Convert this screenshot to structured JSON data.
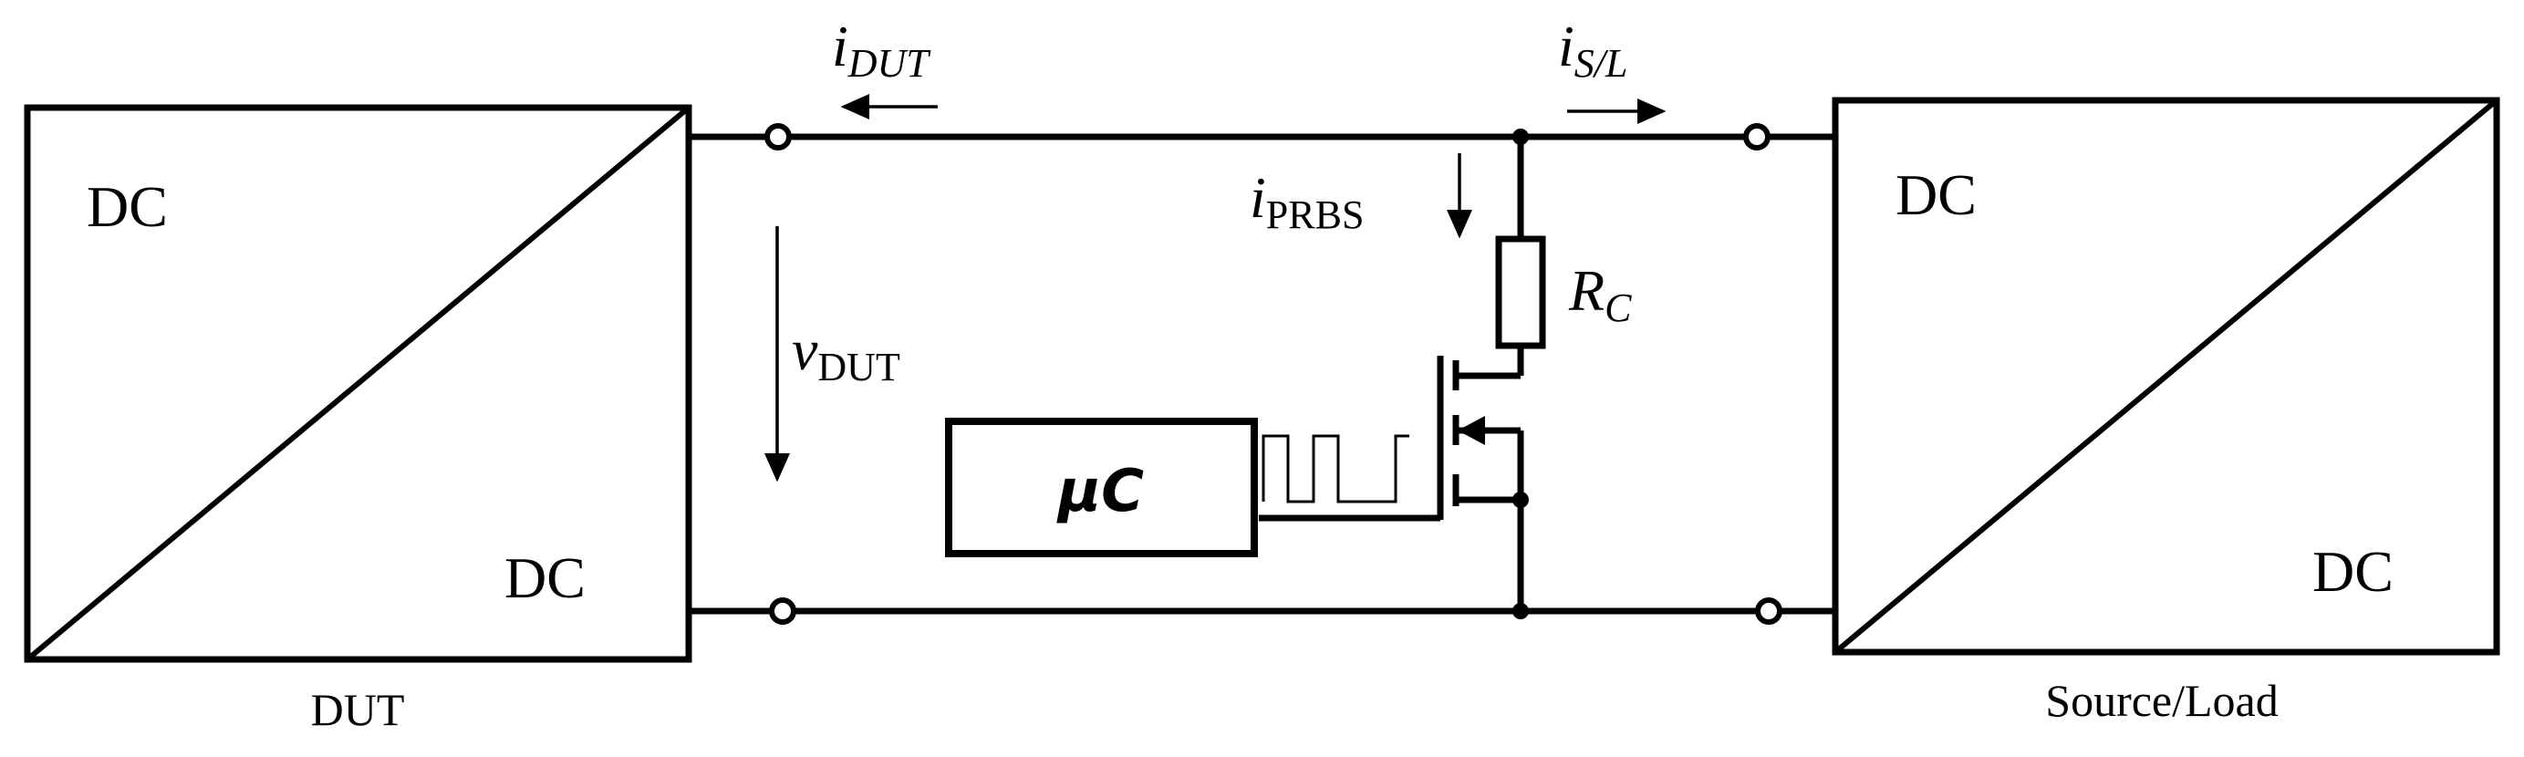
{
  "left_converter": {
    "input": "DC",
    "output": "DC",
    "caption": "DUT"
  },
  "right_converter": {
    "input": "DC",
    "output": "DC",
    "caption": "Source/Load"
  },
  "labels": {
    "i_dut": {
      "main": "i",
      "sub": "DUT"
    },
    "i_sl": {
      "main": "i",
      "sub": "S/L"
    },
    "i_prbs": {
      "main": "i",
      "sub": "PRBS"
    },
    "v_dut": {
      "main": "v",
      "sub": "DUT"
    },
    "resistor": {
      "main": "R",
      "sub": "C"
    },
    "controller": "μC"
  }
}
